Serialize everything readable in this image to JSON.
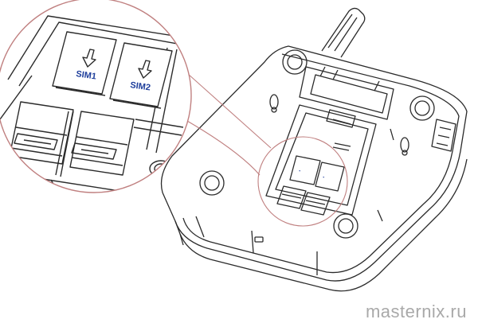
{
  "diagram": {
    "slot_labels": [
      "SIM1",
      "SIM2"
    ],
    "watermark": "masternix.ru",
    "colors": {
      "line": "#2b2b2b",
      "label": "#1f3f9c",
      "zoom_circle": "#c08080",
      "watermark": "#a9a9a9"
    }
  }
}
